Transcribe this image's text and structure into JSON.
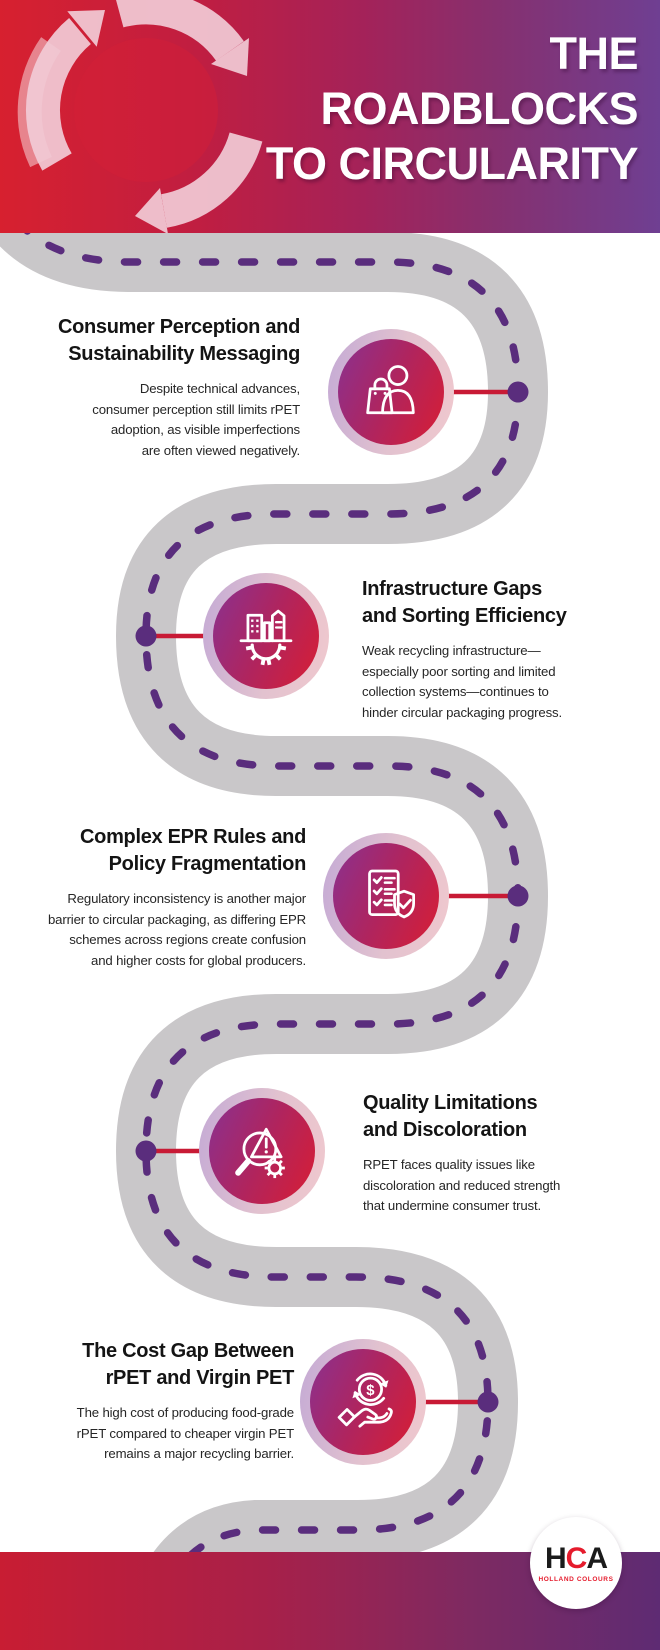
{
  "header": {
    "title": "THE\nROADBLOCKS\nTO CIRCULARITY"
  },
  "milestones": [
    {
      "title": "Consumer Perception and\nSustainability Messaging",
      "body": "Despite technical advances,\nconsumer perception still limits rPET\nadoption, as visible imperfections\nare often viewed negatively.",
      "icon": "shopper-icon",
      "text_side": "left"
    },
    {
      "title": "Infrastructure Gaps\nand Sorting Efficiency",
      "body": "Weak recycling infrastructure—\nespecially poor sorting and limited\ncollection systems—continues to\nhinder circular packaging progress.",
      "icon": "city-gear-icon",
      "text_side": "right"
    },
    {
      "title": "Complex EPR Rules and\nPolicy Fragmentation",
      "body": "Regulatory inconsistency is another major\nbarrier to circular packaging, as differing EPR\nschemes across regions create confusion\nand higher costs for global producers.",
      "icon": "checklist-shield-icon",
      "text_side": "left"
    },
    {
      "title": "Quality Limitations\nand Discoloration",
      "body": "RPET faces quality issues like\ndiscoloration and reduced strength\nthat undermine consumer trust.",
      "icon": "magnifier-warning-icon",
      "text_side": "right"
    },
    {
      "title": "The Cost Gap Between\nrPET and Virgin PET",
      "body": "The high cost of producing food-grade\nrPET compared to cheaper virgin PET\nremains a major recycling barrier.",
      "icon": "hand-coin-icon",
      "text_side": "left"
    }
  ],
  "logo": {
    "letter1": "H",
    "letter2": "C",
    "letter3": "A",
    "subtext": "HOLLAND COLOURS"
  },
  "colors": {
    "header_gradient_left": "#d7202f",
    "header_gradient_right": "#6f3f92",
    "footer_gradient_left": "#c81d33",
    "footer_gradient_right": "#5e2b73",
    "road_gray": "#c9c7c9",
    "dash_purple": "#5a2d7d",
    "connector_red": "#c81a35",
    "bubble_purple": "#8a3190",
    "bubble_red": "#d81d33",
    "halo_lavender": "#c4aad5",
    "halo_pink": "#f0c8ce",
    "title_white": "#ffffff",
    "text_dark": "#141414",
    "logo_red": "#e51b2c"
  }
}
